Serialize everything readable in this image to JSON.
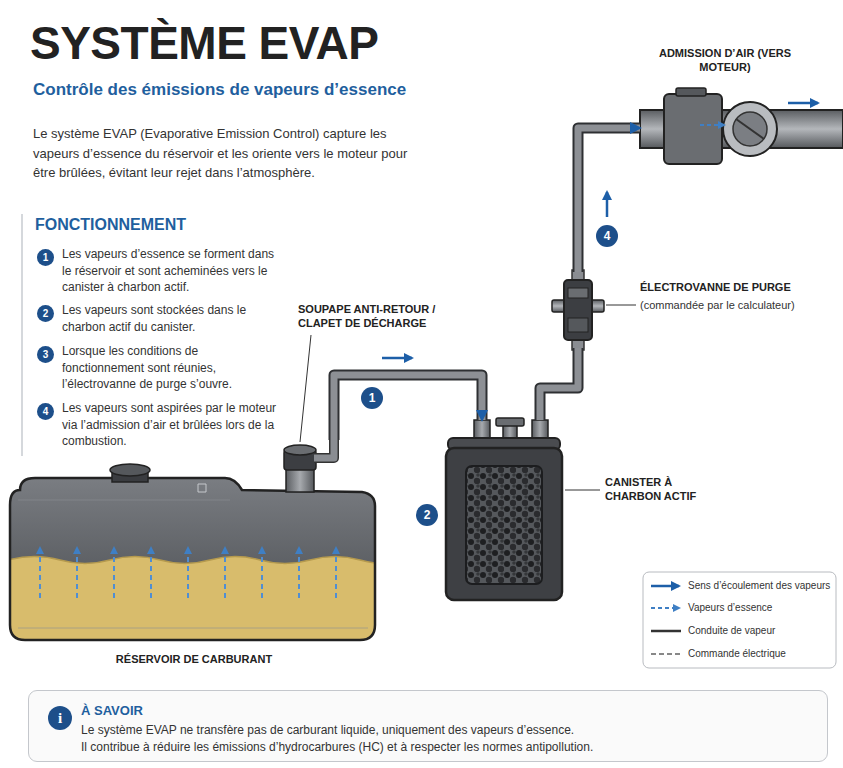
{
  "diagram": {
    "title": "SYSTÈME EVAP",
    "nodes": [
      {
        "text": [
          "RÉSERVOIR DE CARBURANT"
        ]
      },
      {
        "text": [
          "CANISTER À CHARBON ACTIF"
        ]
      },
      {
        "text": [
          "ÉLECTROVANNE DE PURGE",
          "(commandée par le calculateur)"
        ]
      },
      {
        "text": [
          "ADMISSION D’AIR (VERS MOTEUR)"
        ]
      },
      {
        "text": [
          "À SAVOIR",
          "Le système EVAP ne transfère pas de carburant liquide, uniquement des vapeurs d’essence.",
          "Il contribue à réduire les émissions d’hydrocarbures (HC) et à respecter les normes antipollution."
        ]
      }
    ],
    "edges": [
      {
        "from": 0,
        "to": 1,
        "arrow": "to"
      },
      {
        "from": 1,
        "to": 2,
        "arrow": "none"
      },
      {
        "from": 2,
        "to": 3,
        "arrow": "to"
      }
    ],
    "labels": [
      "Contrôle des émissions de vapeurs d’essence",
      "Le système EVAP (Evaporative Emission Control) capture les vapeurs d’essence du réservoir et les oriente vers le moteur pour être brûlées, évitant leur rejet dans l’atmosphère.",
      "FONCTIONNEMENT",
      "1",
      "Les vapeurs d’essence se forment dans le réservoir et sont acheminées vers le canister à charbon actif.",
      "2",
      "Les vapeurs sont stockées dans le charbon actif du canister.",
      "3",
      "Lorsque les conditions de fonctionnement sont réunies, l’électrovanne de purge s’ouvre.",
      "4",
      "Les vapeurs sont aspirées par le moteur via l’admission d’air et brûlées lors de la combustion.",
      "SOUPAPE ANTI-RETOUR / CLAPET DE DÉCHARGE",
      "1",
      "2",
      "4",
      "i"
    ],
    "legend": [
      {
        "text": "Sens d’écoulement des vapeurs"
      },
      {
        "text": "Vapeurs d’essence"
      },
      {
        "text": "Conduite de vapeur"
      },
      {
        "text": "Commande électrique"
      }
    ]
  }
}
